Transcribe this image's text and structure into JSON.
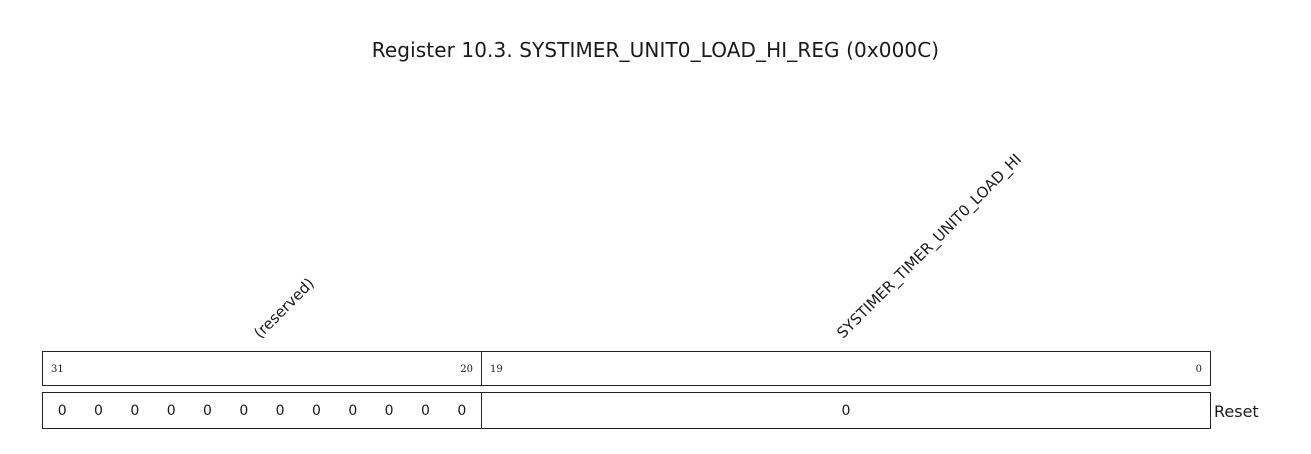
{
  "title": "Register 10.3. SYSTIMER_UNIT0_LOAD_HI_REG (0x000C)",
  "fields": [
    {
      "name": "(reserved)",
      "bit_high": "31",
      "bit_low": "20",
      "reset_values": [
        "0",
        "0",
        "0",
        "0",
        "0",
        "0",
        "0",
        "0",
        "0",
        "0",
        "0",
        "0"
      ]
    },
    {
      "name": "SYSTIMER_TIMER_UNIT0_LOAD_HI",
      "bit_high": "19",
      "bit_low": "0",
      "reset_value": "0"
    }
  ],
  "reset_label": "Reset"
}
